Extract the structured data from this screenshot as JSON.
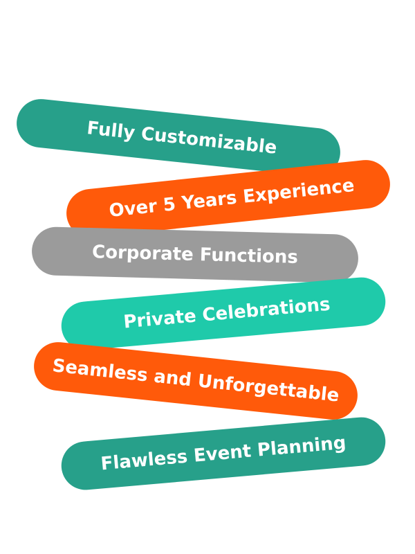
{
  "pills": [
    {
      "label": "Fully Customizable",
      "color": "#27a08a"
    },
    {
      "label": "Over 5 Years Experience",
      "color": "#ff5a0a"
    },
    {
      "label": "Corporate Functions",
      "color": "#9b9b9b"
    },
    {
      "label": "Private Celebrations",
      "color": "#1fcaaa"
    },
    {
      "label": "Seamless and Unforgettable",
      "color": "#ff5a0a"
    },
    {
      "label": "Flawless Event Planning",
      "color": "#27a08a"
    }
  ]
}
